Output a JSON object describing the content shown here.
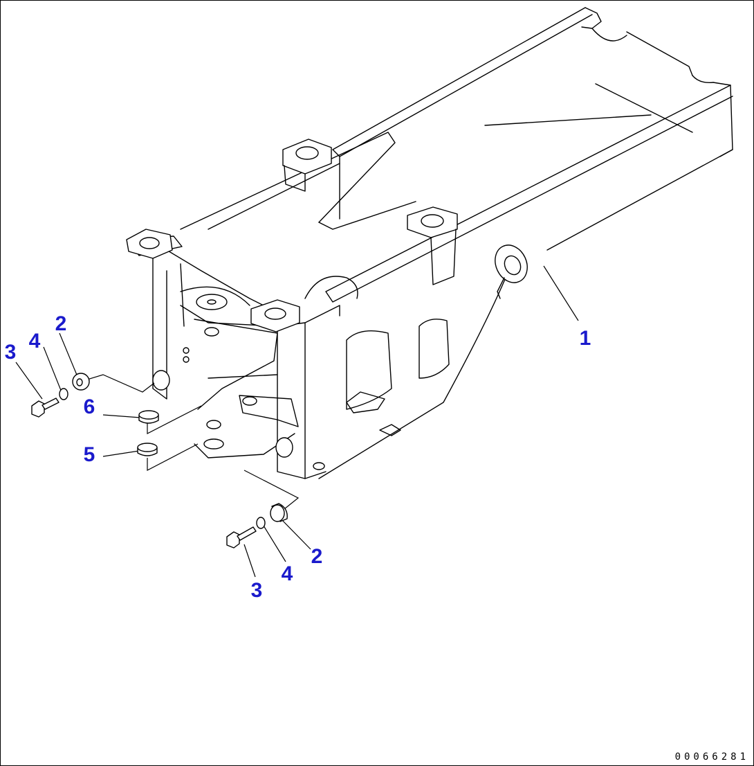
{
  "diagram": {
    "label_color": "#1a1acc",
    "drawing_code": "00066281",
    "callouts": [
      {
        "id": "c1",
        "text": "1"
      },
      {
        "id": "c2a",
        "text": "2"
      },
      {
        "id": "c3a",
        "text": "3"
      },
      {
        "id": "c4a",
        "text": "4"
      },
      {
        "id": "c5",
        "text": "5"
      },
      {
        "id": "c6",
        "text": "6"
      },
      {
        "id": "c2b",
        "text": "2"
      },
      {
        "id": "c3b",
        "text": "3"
      },
      {
        "id": "c4b",
        "text": "4"
      }
    ]
  }
}
